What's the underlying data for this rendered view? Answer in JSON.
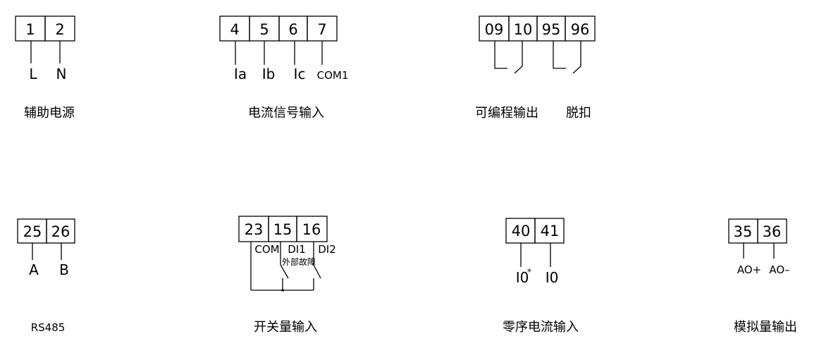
{
  "colors": {
    "line": "#000000",
    "background": "#ffffff"
  },
  "groups": {
    "aux_power": {
      "terminals": [
        "1",
        "2"
      ],
      "signals": [
        "L",
        "N"
      ],
      "caption": "辅助电源"
    },
    "current_input": {
      "terminals": [
        "4",
        "5",
        "6",
        "7"
      ],
      "signals": [
        "Ia",
        "Ib",
        "Ic",
        "COM1"
      ],
      "caption": "电流信号输入"
    },
    "prog_output": {
      "terminals": [
        "09",
        "10",
        "95",
        "96"
      ],
      "caption": "可编程输出",
      "caption2": "脱扣"
    },
    "rs485": {
      "terminals": [
        "25",
        "26"
      ],
      "signals": [
        "A",
        "B"
      ],
      "caption": "RS485"
    },
    "switch_input": {
      "terminals": [
        "23",
        "15",
        "16"
      ],
      "signals": [
        "COM",
        "DI1",
        "DI2"
      ],
      "note": "外部故障",
      "caption": "开关量输入"
    },
    "zero_seq": {
      "terminals": [
        "40",
        "41"
      ],
      "signals": [
        "I0",
        "I0"
      ],
      "star": "*",
      "caption": "零序电流输入"
    },
    "analog_output": {
      "terminals": [
        "35",
        "36"
      ],
      "signals": [
        "AO+",
        "AO–"
      ],
      "caption": "模拟量输出"
    }
  }
}
